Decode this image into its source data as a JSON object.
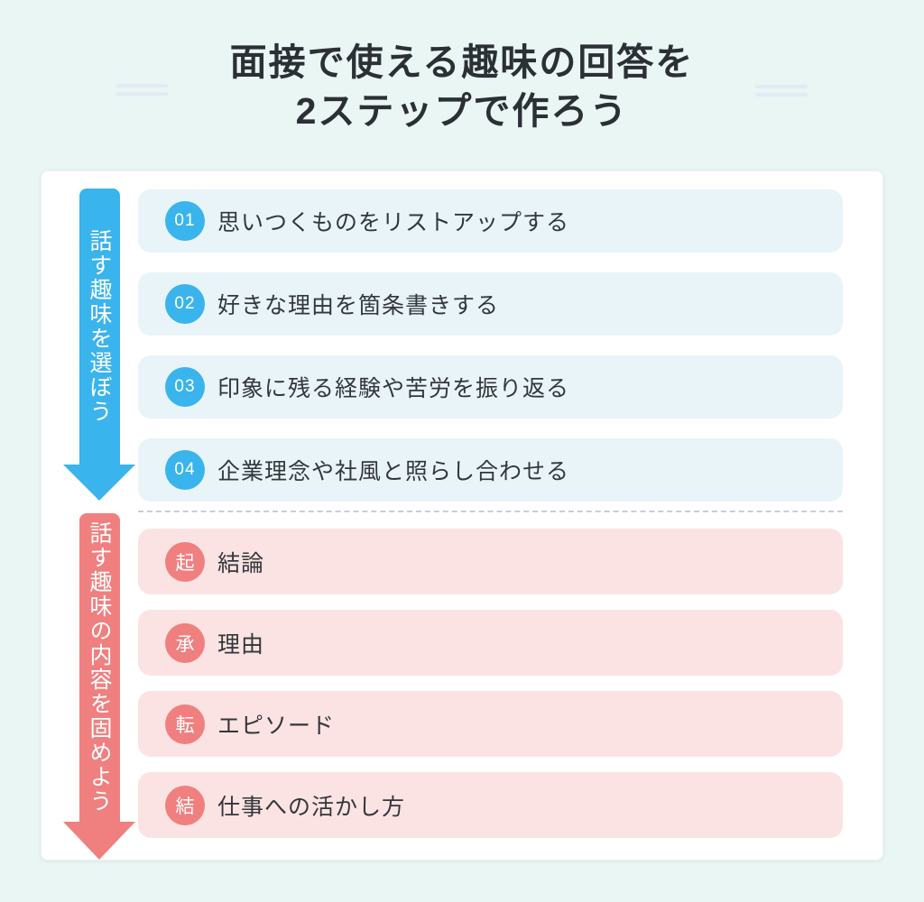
{
  "page": {
    "title_line1": "面接で使える趣味の回答を",
    "title_line2": "2ステップで作ろう"
  },
  "icons": {
    "step1_arrow": "down-arrow",
    "step2_arrow": "down-arrow",
    "title_decoration": "double-lines"
  },
  "colors": {
    "background": "#e9f6f4",
    "card": "#ffffff",
    "blue_accent": "#3ab4ec",
    "blue_row_bg": "#e8f4f8",
    "pink_accent": "#f08080",
    "pink_row_bg": "#fbe3e3",
    "text": "#32373b",
    "divider": "#c9ced3"
  },
  "step1": {
    "arrow_label": "話す趣味を選ぼう",
    "items": [
      {
        "badge": "01",
        "label": "思いつくものをリストアップする"
      },
      {
        "badge": "02",
        "label": "好きな理由を箇条書きする"
      },
      {
        "badge": "03",
        "label": "印象に残る経験や苦労を振り返る"
      },
      {
        "badge": "04",
        "label": "企業理念や社風と照らし合わせる"
      }
    ]
  },
  "step2": {
    "arrow_label": "話す趣味の内容を固めよう",
    "items": [
      {
        "badge": "起",
        "label": "結論"
      },
      {
        "badge": "承",
        "label": "理由"
      },
      {
        "badge": "転",
        "label": "エピソード"
      },
      {
        "badge": "結",
        "label": "仕事への活かし方"
      }
    ]
  }
}
